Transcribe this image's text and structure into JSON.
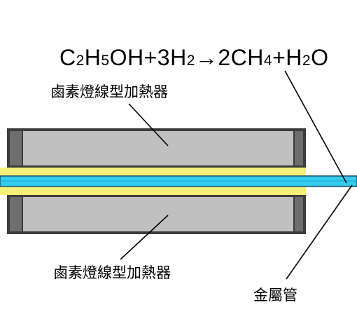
{
  "equation": {
    "parts": [
      {
        "text": "C",
        "sub": false
      },
      {
        "text": "2",
        "sub": true
      },
      {
        "text": "H",
        "sub": false
      },
      {
        "text": "5",
        "sub": true
      },
      {
        "text": "OH+3H",
        "sub": false
      },
      {
        "text": "2",
        "sub": true
      },
      {
        "text": "→2CH",
        "sub": false
      },
      {
        "text": "4",
        "sub": true
      },
      {
        "text": "+H",
        "sub": false
      },
      {
        "text": "2",
        "sub": true
      },
      {
        "text": "O",
        "sub": false
      }
    ]
  },
  "labels": {
    "heater_top": "鹵素燈線型加熱器",
    "heater_bottom": "鹵素燈線型加熱器",
    "metal_tube": "金屬管"
  },
  "colors": {
    "heater_fill": "#c0c0c0",
    "heater_frame": "#3c3c3c",
    "heater_cap": "#6e6e6e",
    "glow": "#f5f078",
    "tube": "#33ccee",
    "tube_core": "#55ddff"
  }
}
